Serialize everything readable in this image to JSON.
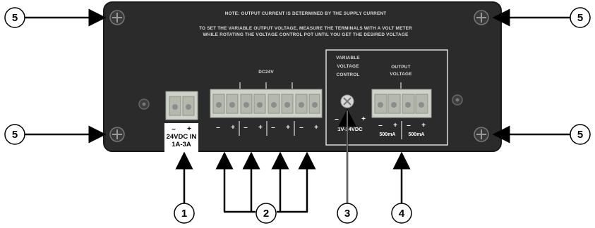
{
  "panel": {
    "note_line1": "NOTE: OUTPUT CURRENT IS DETERMINED BY THE SUPPLY CURRENT",
    "note_line2": "TO SET THE VARIABLE OUTPUT VOLTAGE, MEASURE THE TERMINALS WITH A VOLT METER",
    "note_line3": "WHILE ROTATING THE VOLTAGE CONTROL POT UNTIL YOU GET THE DESIRED VOLTAGE",
    "dc24v_label": "DC24V",
    "variable_control": [
      "VARIABLE",
      "VOLTAGE",
      "CONTROL"
    ],
    "output_voltage": [
      "OUTPUT",
      "VOLTAGE"
    ],
    "input_label_line1": "24VDC IN",
    "input_label_line2": "1A-3A",
    "pot_range": "1V-24VDC",
    "output_current_1": "500mA",
    "output_current_2": "500mA",
    "minus": "–",
    "plus": "+"
  },
  "callouts": {
    "c1": "1",
    "c2": "2",
    "c3": "3",
    "c4": "4",
    "c5": "5"
  },
  "colors": {
    "panel": "#2b2b2b",
    "panel_edge": "#1a1a1a",
    "terminal_block": "#cfd2c8",
    "screw": "#8c8c8c"
  }
}
